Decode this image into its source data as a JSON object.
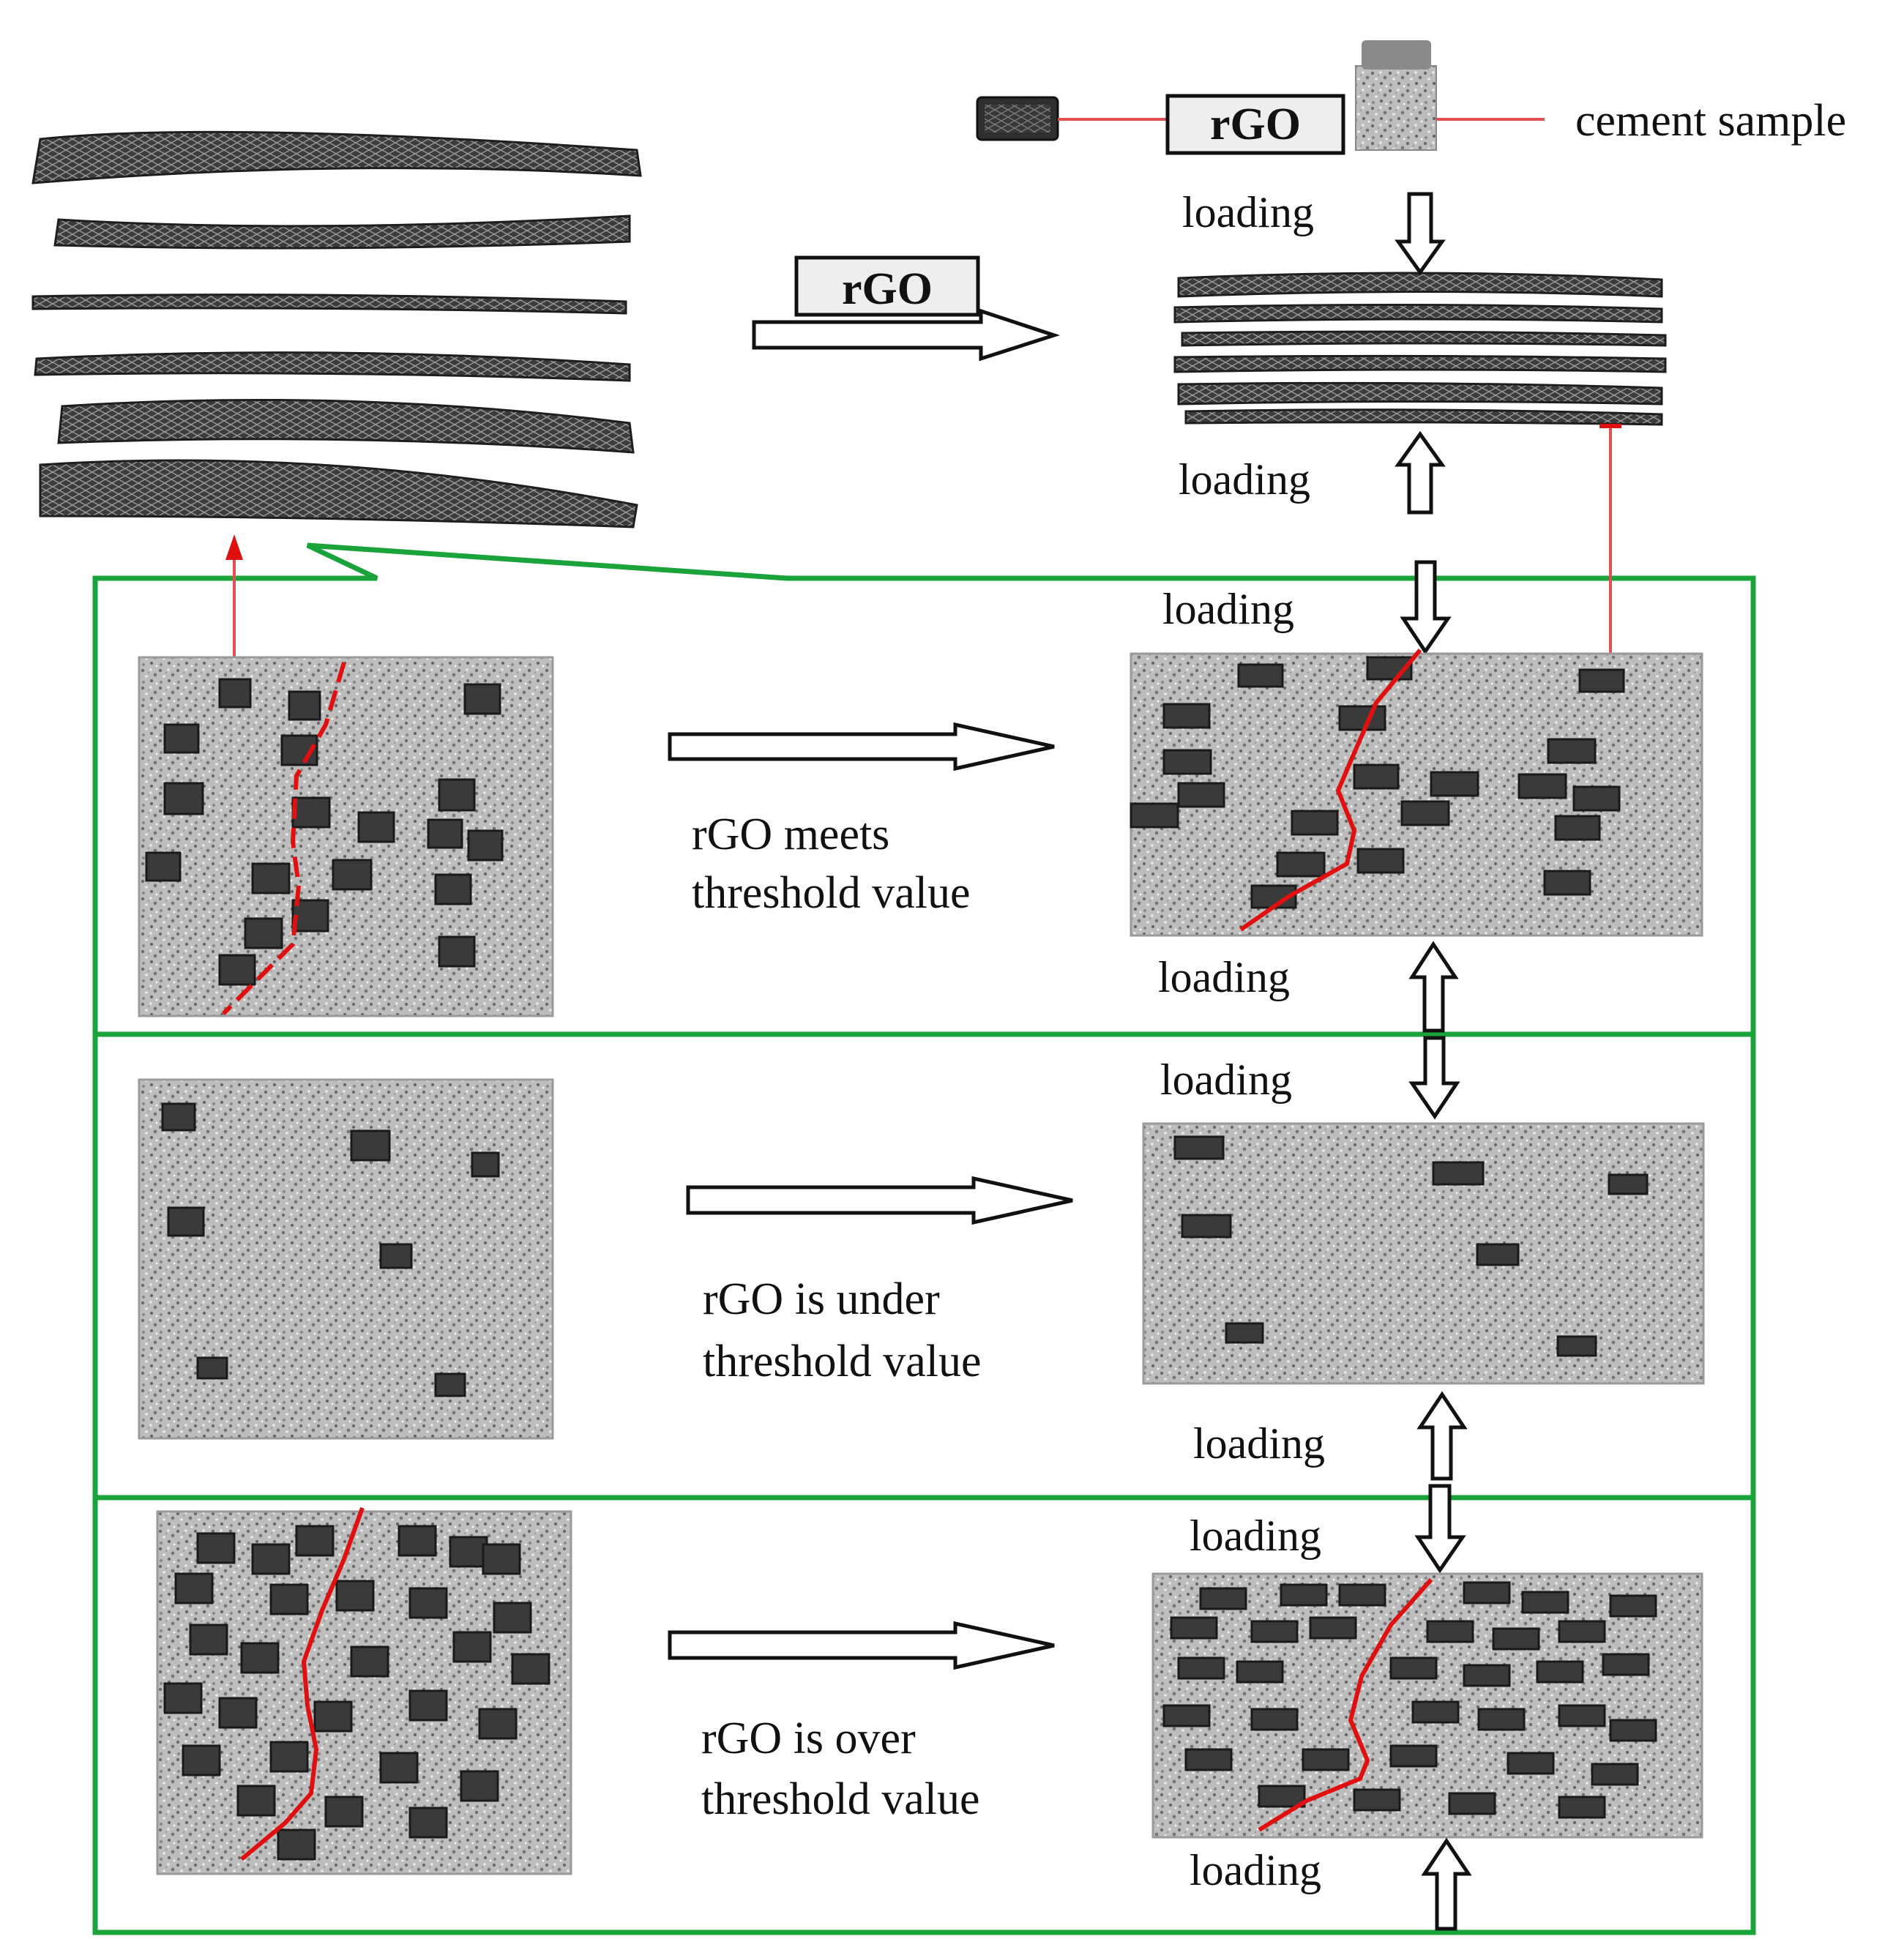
{
  "top": {
    "legend_rgo": "rGO",
    "legend_cement": "cement sample",
    "arrow_label": "rGO",
    "loading_top": "loading",
    "loading_bottom": "loading"
  },
  "panels": [
    {
      "caption_line1": "rGO meets",
      "caption_line2": "threshold value",
      "loading_top": "loading",
      "loading_bottom": "loading"
    },
    {
      "caption_line1": "rGO is under",
      "caption_line2": "threshold value",
      "loading_top": "loading",
      "loading_bottom": "loading"
    },
    {
      "caption_line1": "rGO is over",
      "caption_line2": "threshold value",
      "loading_top": "loading",
      "loading_bottom": "loading"
    }
  ],
  "colors": {
    "frame": "#1aa33a",
    "crack": "#e01010",
    "leader": "#e05050",
    "sample": "#b9b9b9",
    "flake": "#3a3a3a"
  }
}
